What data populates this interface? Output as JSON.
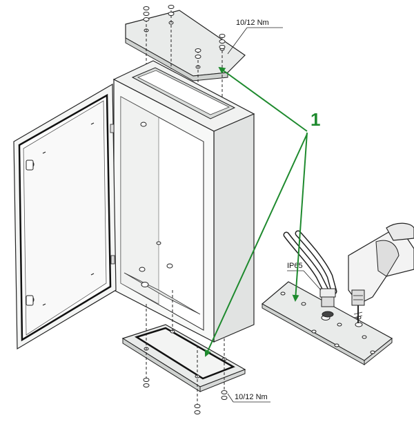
{
  "annotations": {
    "torque_top": "10/12 Nm",
    "torque_bottom": "10/12 Nm",
    "ip_rating": "IP65",
    "callout_number": "1"
  },
  "colors": {
    "callout_arrow": "#1e8a2e",
    "plate_fill": "#e9ebea",
    "outline": "#222222",
    "door_fill": "#f4f5f4"
  },
  "icons": [
    "screw-icon",
    "washer-icon",
    "drill-icon",
    "cable-gland-icon"
  ]
}
